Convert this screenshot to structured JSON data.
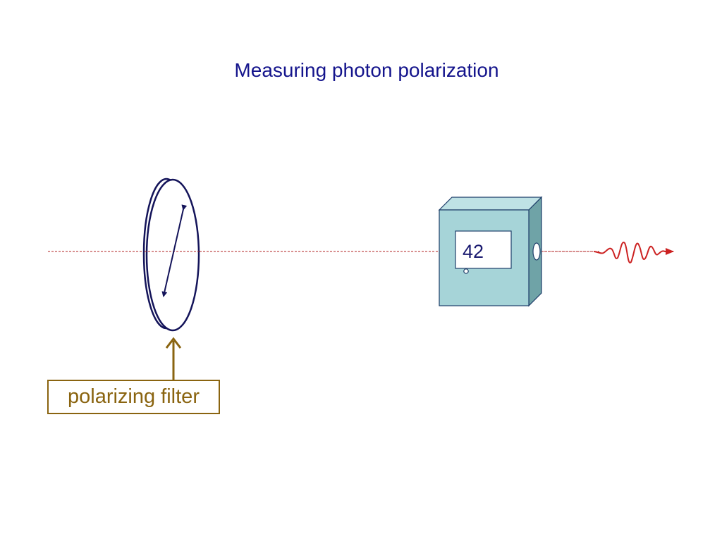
{
  "title": "Measuring photon polarization",
  "detector": {
    "count": "42"
  },
  "filter_label": "polarizing filter",
  "colors": {
    "title": "#14148c",
    "beam_line": "#b22222",
    "filter_outline": "#14145a",
    "detector_front": "#a6d4d8",
    "detector_side": "#6fa3a7",
    "label": "#8a6410",
    "photon_wave": "#cc2222"
  },
  "icons": [
    "polarizing-filter-icon",
    "polarization-axis-arrow-icon",
    "photon-detector-icon",
    "photon-wave-icon"
  ]
}
